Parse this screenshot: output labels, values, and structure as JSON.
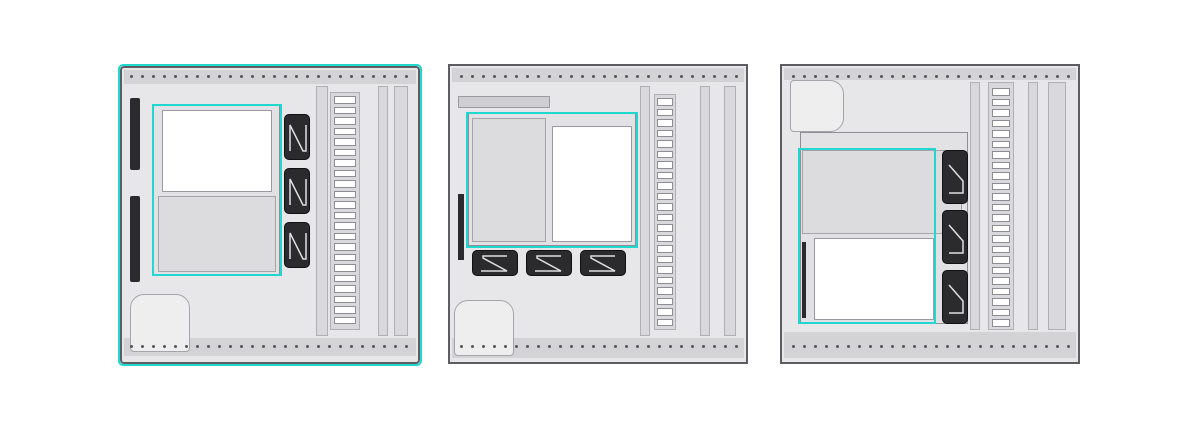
{
  "views": [
    {
      "id": "left",
      "fans": [
        "fan-1",
        "fan-2",
        "fan-3"
      ],
      "orientation": "vertical"
    },
    {
      "id": "center",
      "fans": [
        "fan-1",
        "fan-2",
        "fan-3"
      ],
      "orientation": "horizontal"
    },
    {
      "id": "right",
      "fans": [
        "fan-1",
        "fan-2",
        "fan-3"
      ],
      "orientation": "vertical"
    }
  ],
  "colors": {
    "highlight": "#20d8d0",
    "fan": "#2b2b2e",
    "frame": "#e7e7e9"
  },
  "icons": [
    "fan-icon"
  ]
}
